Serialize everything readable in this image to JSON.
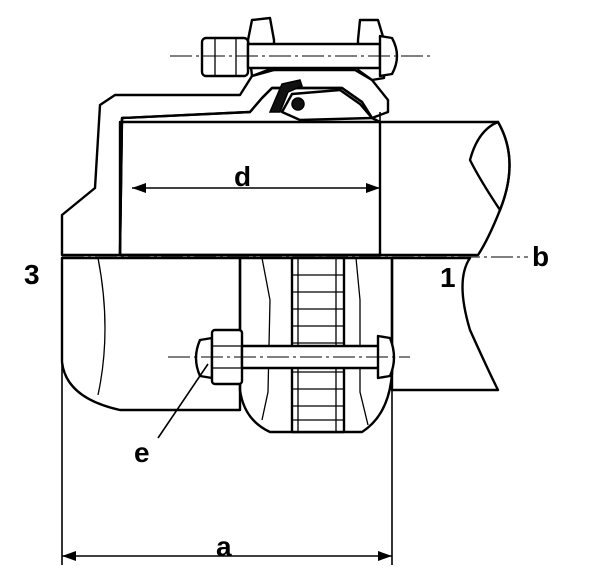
{
  "labels": {
    "a": "a",
    "b": "b",
    "d": "d",
    "e": "e",
    "n1": "1",
    "n3": "3"
  },
  "colors": {
    "line": "#000000",
    "background": "#ffffff"
  }
}
